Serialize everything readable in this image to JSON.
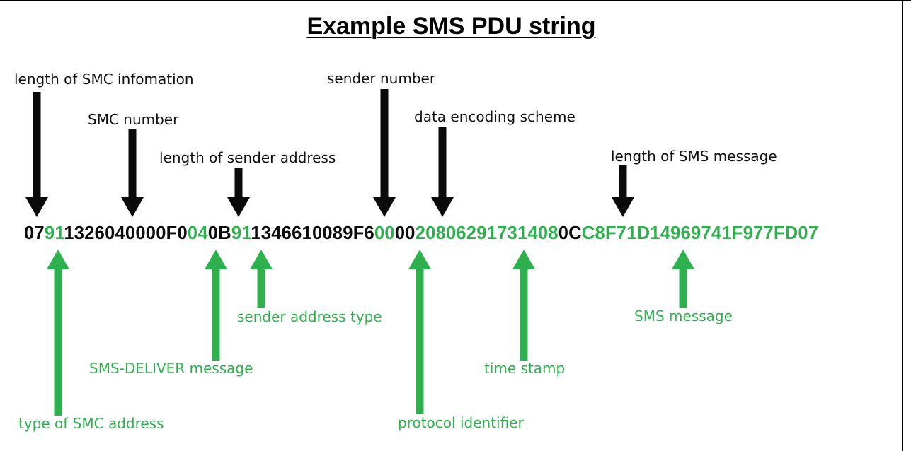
{
  "title": "Example SMS PDU string",
  "colors": {
    "black": "#0a0a0a",
    "green": "#2fb04e"
  },
  "pdu_segments": [
    {
      "text": "07",
      "color": "black"
    },
    {
      "text": "91",
      "color": "green"
    },
    {
      "text": "1326040000F0",
      "color": "black"
    },
    {
      "text": "04",
      "color": "green"
    },
    {
      "text": "0B",
      "color": "black"
    },
    {
      "text": "91",
      "color": "green"
    },
    {
      "text": "1346610089F6",
      "color": "black"
    },
    {
      "text": "00",
      "color": "green"
    },
    {
      "text": "00",
      "color": "black"
    },
    {
      "text": "20806291731408",
      "color": "green"
    },
    {
      "text": "0C",
      "color": "black"
    },
    {
      "text": "C8F71D14969741F977FD07",
      "color": "green"
    }
  ],
  "top_labels": [
    {
      "id": "length-of-smc-information",
      "text": "length of SMC infomation"
    },
    {
      "id": "smc-number",
      "text": "SMC number"
    },
    {
      "id": "length-of-sender-address",
      "text": "length of sender address"
    },
    {
      "id": "sender-number",
      "text": "sender number"
    },
    {
      "id": "data-encoding-scheme",
      "text": "data encoding scheme"
    },
    {
      "id": "length-of-sms-message",
      "text": "length of SMS message"
    }
  ],
  "bottom_labels": [
    {
      "id": "type-of-smc-address",
      "text": "type of SMC address"
    },
    {
      "id": "sms-deliver-message",
      "text": "SMS-DELIVER message"
    },
    {
      "id": "sender-address-type",
      "text": "sender address type"
    },
    {
      "id": "protocol-identifier",
      "text": "protocol identifier"
    },
    {
      "id": "time-stamp",
      "text": "time stamp"
    },
    {
      "id": "sms-message",
      "text": "SMS message"
    }
  ]
}
